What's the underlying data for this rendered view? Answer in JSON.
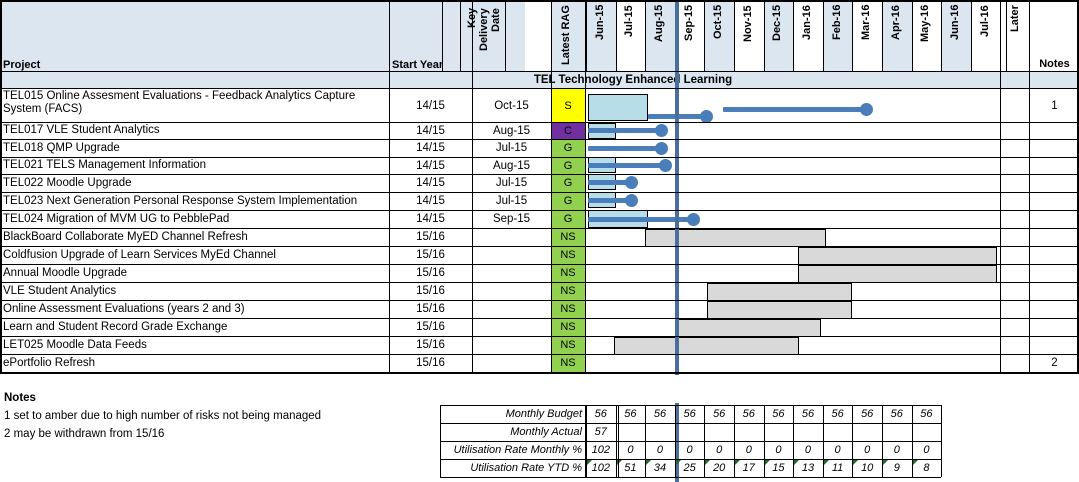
{
  "header": {
    "project_label": "Project",
    "start_year_label": "Start Year",
    "key_delivery_date_label": [
      "Key",
      "Delivery",
      "Date"
    ],
    "latest_rag_label": "Latest RAG",
    "notes_label": "Notes",
    "later_label": "Later",
    "months": [
      "Jun-15",
      "Jul-15",
      "Aug-15",
      "Sep-15",
      "Oct-15",
      "Nov-15",
      "Dec-15",
      "Jan-16",
      "Feb-16",
      "Mar-16",
      "Apr-16",
      "May-16",
      "Jun-16",
      "Jul-16"
    ]
  },
  "section": {
    "title": "TEL Technology Enhanced Learning"
  },
  "colors": {
    "header_band": "#dce6f1",
    "rag_green": "#92d050",
    "rag_yellow": "#ffff00",
    "rag_purple": "#7030a0",
    "gantt_box": "#b7dde8",
    "gantt_line": "#4a7ebb",
    "gray_bar": "#d9d9d9",
    "today_line": "#4a6f9c"
  },
  "rows": [
    {
      "name": "TEL015 Online Assesment Evaluations - Feedback Analytics Capture System (FACS)",
      "start_year": "14/15",
      "key_date": "Oct-15",
      "rag": "S",
      "note": "1"
    },
    {
      "name": "TEL017 VLE Student Analytics",
      "start_year": "14/15",
      "key_date": "Aug-15",
      "rag": "C",
      "note": ""
    },
    {
      "name": "TEL018 QMP Upgrade",
      "start_year": "14/15",
      "key_date": "Jul-15",
      "rag": "G",
      "note": ""
    },
    {
      "name": "TEL021 TELS Management Information",
      "start_year": "14/15",
      "key_date": "Aug-15",
      "rag": "G",
      "note": ""
    },
    {
      "name": "TEL022 Moodle Upgrade",
      "start_year": "14/15",
      "key_date": "Jul-15",
      "rag": "G",
      "note": ""
    },
    {
      "name": "TEL023 Next Generation Personal Response System Implementation",
      "start_year": "14/15",
      "key_date": "Jul-15",
      "rag": "G",
      "note": ""
    },
    {
      "name": "TEL024 Migration of MVM UG to PebblePad",
      "start_year": "14/15",
      "key_date": "Sep-15",
      "rag": "G",
      "note": ""
    },
    {
      "name": "BlackBoard Collaborate MyED Channel Refresh",
      "start_year": "15/16",
      "key_date": "",
      "rag": "NS",
      "note": ""
    },
    {
      "name": "Coldfusion Upgrade of Learn Services MyEd Channel",
      "start_year": "15/16",
      "key_date": "",
      "rag": "NS",
      "note": ""
    },
    {
      "name": "Annual Moodle Upgrade",
      "start_year": "15/16",
      "key_date": "",
      "rag": "NS",
      "note": ""
    },
    {
      "name": "VLE Student Analytics",
      "start_year": "15/16",
      "key_date": "",
      "rag": "NS",
      "note": ""
    },
    {
      "name": "Online Assessment Evaluations  (years 2 and 3)",
      "start_year": "15/16",
      "key_date": "",
      "rag": "NS",
      "note": ""
    },
    {
      "name": "Learn and Student Record Grade Exchange",
      "start_year": "15/16",
      "key_date": "",
      "rag": "NS",
      "note": ""
    },
    {
      "name": "LET025 Moodle Data Feeds",
      "start_year": "15/16",
      "key_date": "",
      "rag": "NS",
      "note": ""
    },
    {
      "name": "ePortfolio Refresh",
      "start_year": "15/16",
      "key_date": "",
      "rag": "NS",
      "note": "2"
    }
  ],
  "notes": {
    "title": "Notes",
    "lines": [
      "1 set to amber due to high number of risks not being managed",
      "2 may be withdrawn from 15/16"
    ]
  },
  "budget_table": {
    "rows": [
      {
        "label": "Monthly Budget",
        "values": [
          "56",
          "56",
          "56",
          "56",
          "56",
          "56",
          "56",
          "56",
          "56",
          "56",
          "56",
          "56"
        ]
      },
      {
        "label": "Monthly Actual",
        "values": [
          "57",
          "",
          "",
          "",
          "",
          "",
          "",
          "",
          "",
          "",
          "",
          ""
        ]
      },
      {
        "label": "Utilisation Rate Monthly %",
        "values": [
          "102",
          "0",
          "0",
          "0",
          "0",
          "0",
          "0",
          "0",
          "0",
          "0",
          "0",
          "0"
        ]
      },
      {
        "label": "Utilisation Rate YTD %",
        "values": [
          "102",
          "51",
          "34",
          "25",
          "20",
          "17",
          "15",
          "13",
          "11",
          "10",
          "9",
          "8"
        ]
      }
    ]
  },
  "chart_data": {
    "type": "gantt",
    "title": "TEL Technology Enhanced Learning",
    "timeline": [
      "Jun-15",
      "Jul-15",
      "Aug-15",
      "Sep-15",
      "Oct-15",
      "Nov-15",
      "Dec-15",
      "Jan-16",
      "Feb-16",
      "Mar-16",
      "Apr-16",
      "May-16",
      "Jun-16",
      "Jul-16",
      "Later"
    ],
    "today_marker": "Sep-15",
    "tasks": [
      {
        "name": "TEL015 Online Assesment Evaluations - Feedback Analytics Capture System (FACS)",
        "plan_bar": {
          "start": "Jun-15",
          "end": "Aug-15"
        },
        "progress_line": {
          "start": "Aug-15",
          "end": "Oct-15"
        },
        "milestone": "Oct-15",
        "second_line": {
          "start": "Nov-15",
          "end": "Mar-16"
        },
        "second_milestone": "Mar-16"
      },
      {
        "name": "TEL017 VLE Student Analytics",
        "plan_bar": {
          "start": "Jun-15",
          "end": "Jul-15"
        },
        "progress_line": {
          "start": "Jun-15",
          "end": "Aug-15"
        },
        "milestone": "Aug-15"
      },
      {
        "name": "TEL018 QMP Upgrade",
        "plan_bar": null,
        "progress_line": {
          "start": "Jun-15",
          "end": "Aug-15"
        },
        "milestone": "Aug-15"
      },
      {
        "name": "TEL021 TELS Management Information",
        "plan_bar": {
          "start": "Jun-15",
          "end": "Jul-15"
        },
        "progress_line": {
          "start": "Jun-15",
          "end": "Aug-15"
        },
        "milestone": "Aug-15"
      },
      {
        "name": "TEL022 Moodle Upgrade",
        "plan_bar": {
          "start": "Jun-15",
          "end": "Jul-15"
        },
        "progress_line": {
          "start": "Jun-15",
          "end": "Jul-15"
        },
        "milestone": "Jul-15"
      },
      {
        "name": "TEL023 Next Generation Personal Response System Implementation",
        "plan_bar": {
          "start": "Jun-15",
          "end": "Jul-15"
        },
        "progress_line": {
          "start": "Jun-15",
          "end": "Jul-15"
        },
        "milestone": "Jul-15"
      },
      {
        "name": "TEL024 Migration of MVM UG to PebblePad",
        "plan_bar": {
          "start": "Jun-15",
          "end": "Aug-15"
        },
        "progress_line": {
          "start": "Jun-15",
          "end": "Sep-15"
        },
        "milestone": "Sep-15"
      },
      {
        "name": "BlackBoard Collaborate MyED Channel Refresh",
        "gray_bar": {
          "start": "Aug-15",
          "end": "Feb-16"
        }
      },
      {
        "name": "Coldfusion Upgrade of Learn Services MyEd Channel",
        "gray_bar": {
          "start": "Jan-16",
          "end": "Jul-16"
        }
      },
      {
        "name": "Annual Moodle Upgrade",
        "gray_bar": {
          "start": "Jan-16",
          "end": "Jul-16"
        }
      },
      {
        "name": "VLE Student Analytics",
        "gray_bar": {
          "start": "Oct-15",
          "end": "Mar-16"
        }
      },
      {
        "name": "Online Assessment Evaluations  (years 2 and 3)",
        "gray_bar": {
          "start": "Oct-15",
          "end": "Mar-16"
        }
      },
      {
        "name": "Learn and Student Record Grade Exchange",
        "gray_bar": {
          "start": "Sep-15",
          "end": "Feb-16"
        }
      },
      {
        "name": "LET025 Moodle Data Feeds",
        "gray_bar": {
          "start": "Jul-15",
          "end": "Jan-16"
        }
      },
      {
        "name": "ePortfolio Refresh",
        "gray_bar": null
      }
    ]
  }
}
